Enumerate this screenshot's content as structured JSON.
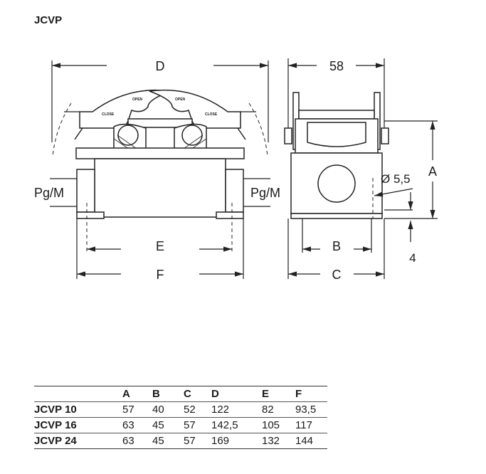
{
  "title": "JCVP",
  "drawing": {
    "front": {
      "dim_d": "D",
      "dim_e": "E",
      "dim_f": "F",
      "pg_left": "Pg/M",
      "pg_right": "Pg/M",
      "open": "OPEN",
      "close": "CLOSE"
    },
    "side": {
      "dim_58": "58",
      "dim_a": "A",
      "dim_b": "B",
      "dim_c": "C",
      "hole": "Ø 5,5",
      "dim_4": "4"
    }
  },
  "table": {
    "headers": [
      "",
      "A",
      "B",
      "C",
      "D",
      "E",
      "F"
    ],
    "rows": [
      [
        "JCVP 10",
        "57",
        "40",
        "52",
        "122",
        "82",
        "93,5"
      ],
      [
        "JCVP 16",
        "63",
        "45",
        "57",
        "142,5",
        "105",
        "117"
      ],
      [
        "JCVP 24",
        "63",
        "45",
        "57",
        "169",
        "132",
        "144"
      ]
    ]
  }
}
